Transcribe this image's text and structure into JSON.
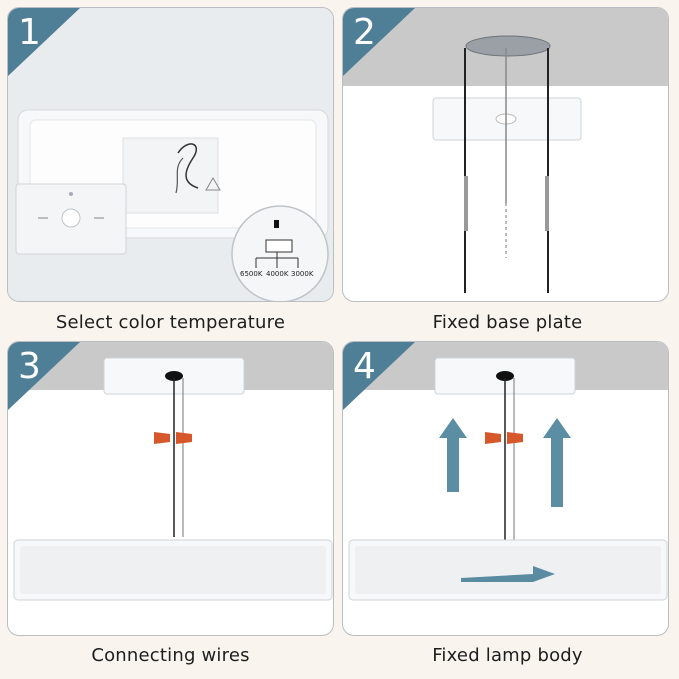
{
  "steps": [
    {
      "number": "1",
      "caption": "Select color temperature",
      "switch_labels": [
        "6500K",
        "4000K",
        "3000K"
      ]
    },
    {
      "number": "2",
      "caption": "Fixed base plate"
    },
    {
      "number": "3",
      "caption": "Connecting wires"
    },
    {
      "number": "4",
      "caption": "Fixed lamp body"
    }
  ],
  "colors": {
    "tab": "#4f7f96",
    "ceiling": "#c9c9c9",
    "wire_nut": "#d6572a",
    "arrow": "#3e7a93",
    "background": "#f9f5ee"
  }
}
